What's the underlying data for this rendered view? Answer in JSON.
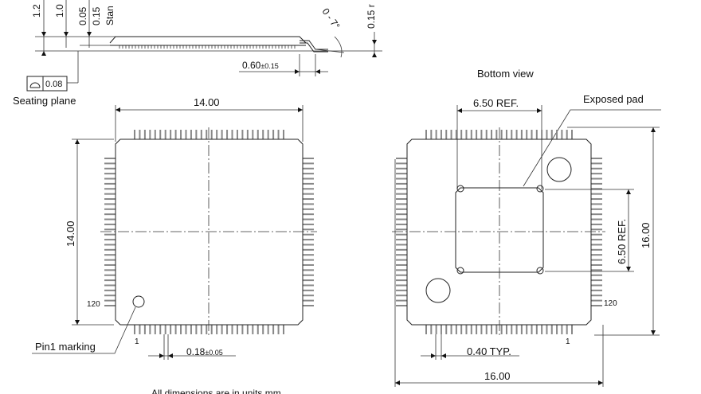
{
  "side": {
    "dims": [
      "1.2",
      "1.0",
      "0.05",
      "0.15",
      "Stan"
    ],
    "angle": "0 - 7°",
    "right_dim": "0.15 r",
    "lead_len_main": "0.60",
    "lead_len_tol": "±0.15"
  },
  "seating": {
    "flatness": "0.08",
    "label": "Seating plane"
  },
  "top_view": {
    "width": "14.00",
    "height": "14.00",
    "pin120": "120",
    "pin1": "1",
    "pin1_marking": "Pin1 marking",
    "lead_width_main": "0.18",
    "lead_width_tol": "±0.05"
  },
  "bottom_view": {
    "title": "Bottom view",
    "pad_label": "Exposed pad",
    "pad_width": "6.50 REF.",
    "pad_height": "6.50 REF.",
    "body_width": "16.00",
    "body_height": "16.00",
    "pitch": "0.40 TYP.",
    "pin120": "120",
    "pin1": "1"
  },
  "footer": "All dimensions are in units mm"
}
